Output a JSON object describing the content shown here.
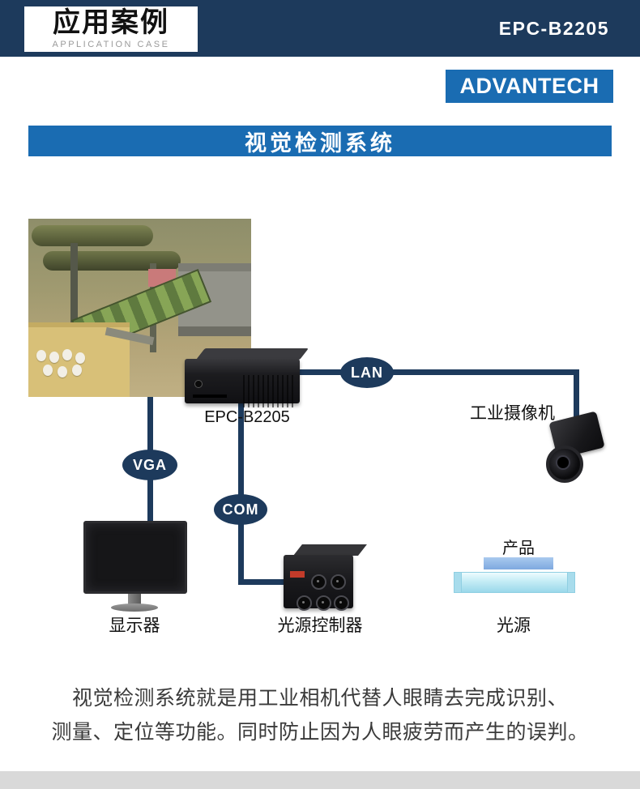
{
  "header": {
    "badge_title": "应用案例",
    "badge_subtitle": "APPLICATION CASE",
    "model": "EPC-B2205"
  },
  "logo": {
    "text": "ADVANTECH"
  },
  "banner": {
    "title": "视觉检测系统"
  },
  "diagram": {
    "pc_label": "EPC-B2205",
    "camera_label": "工业摄像机",
    "monitor_label": "显示器",
    "controller_label": "光源控制器",
    "light_label": "光源",
    "product_label": "产品",
    "connectors": {
      "lan": "LAN",
      "vga": "VGA",
      "com": "COM"
    }
  },
  "description": {
    "line1": "视觉检测系统就是用工业相机代替人眼睛去完成识别、",
    "line2": "测量、定位等功能。同时防止因为人眼疲劳而产生的误判。"
  },
  "colors": {
    "header_navy": "#1d3a5c",
    "brand_blue": "#1a6cb2",
    "connector_navy": "#1d3a5c",
    "product_blue": "#8fb9e9",
    "light_cyan": "#c3ecf5",
    "footer_gray": "#d9d9d9"
  }
}
